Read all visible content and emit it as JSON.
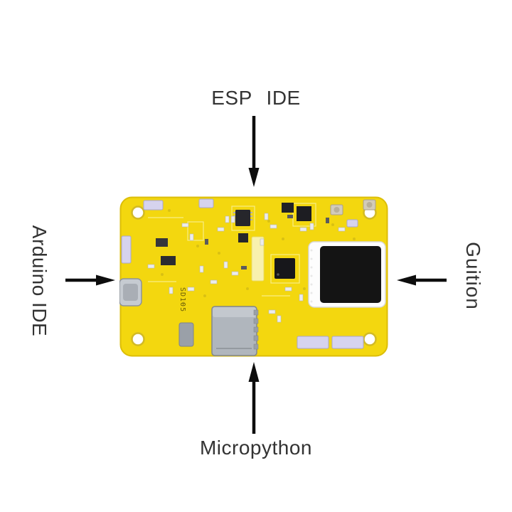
{
  "background_color": "#ffffff",
  "annotations": {
    "top": {
      "label": "ESP IDE",
      "arrow": "down"
    },
    "left": {
      "label": "Arduino IDE",
      "arrow": "right"
    },
    "right": {
      "label": "Guition",
      "arrow": "left"
    },
    "bottom": {
      "label": "Micropython",
      "arrow": "up"
    }
  },
  "board": {
    "silkscreen_label": "SD105",
    "color": "#f3d70f"
  },
  "colors": {
    "arrow": "#0d0d0d",
    "label_text": "#333333",
    "board_yellow": "#f3d70f"
  }
}
